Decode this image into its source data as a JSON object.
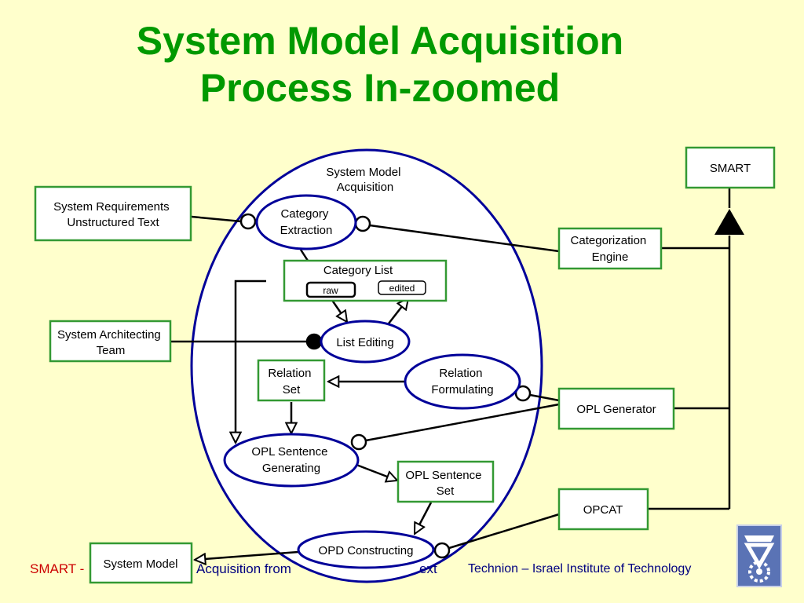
{
  "title": {
    "line1": "System Model Acquisition",
    "line2": "Process In-zoomed"
  },
  "diagram": {
    "main_process": {
      "line1": "System Model",
      "line2": "Acquisition"
    },
    "processes": {
      "category_extraction": {
        "line1": "Category",
        "line2": "Extraction"
      },
      "list_editing": {
        "line1": "List Editing"
      },
      "relation_formulating": {
        "line1": "Relation",
        "line2": "Formulating"
      },
      "opl_sentence_generating": {
        "line1": "OPL Sentence",
        "line2": "Generating"
      },
      "opd_constructing": {
        "line1": "OPD Constructing"
      }
    },
    "objects": {
      "smart": {
        "line1": "SMART"
      },
      "system_requirements": {
        "line1": "System Requirements",
        "line2": "Unstructured Text"
      },
      "categorization_engine": {
        "line1": "Categorization",
        "line2": "Engine"
      },
      "category_list": {
        "line1": "Category List"
      },
      "system_architecting_team": {
        "line1": "System Architecting",
        "line2": "Team"
      },
      "relation_set": {
        "line1": "Relation",
        "line2": "Set"
      },
      "opl_generator": {
        "line1": "OPL Generator"
      },
      "opl_sentence_set": {
        "line1": "OPL Sentence",
        "line2": "Set"
      },
      "opcat": {
        "line1": "OPCAT"
      },
      "system_model": {
        "line1": "System Model"
      }
    },
    "states": {
      "raw": "raw",
      "edited": "edited"
    }
  },
  "footer": {
    "left": "SMART -",
    "middle": "Acquisition from",
    "middle_tail": "ext",
    "right": "Technion – Israel Institute of Technology"
  },
  "colors": {
    "background": "#ffffcc",
    "title": "#009900",
    "process_stroke": "#000099",
    "object_stroke": "#339933",
    "footer_left": "#cc0000",
    "footer_text": "#000080"
  },
  "logo": {
    "icon": "technion-logo-icon"
  }
}
